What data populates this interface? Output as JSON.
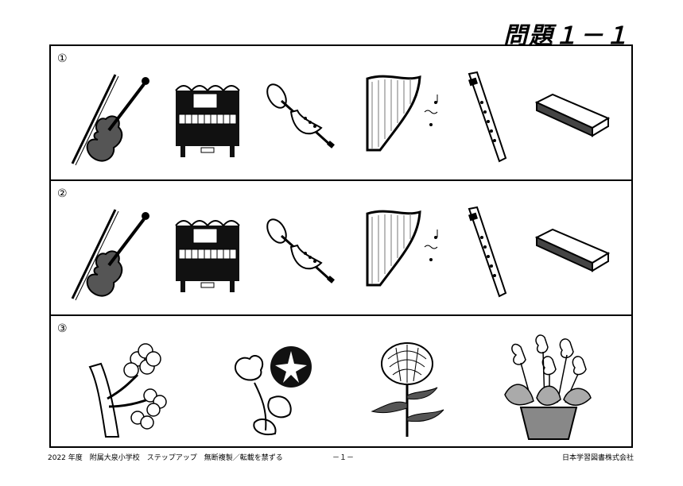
{
  "header": {
    "title": "問題１－１"
  },
  "rows": [
    {
      "label": "①",
      "items": [
        "violin-icon",
        "piano-icon",
        "trumpet-icon",
        "harp-icon",
        "recorder-icon",
        "harmonica-icon"
      ]
    },
    {
      "label": "②",
      "items": [
        "violin-icon",
        "piano-icon",
        "trumpet-icon",
        "harp-icon",
        "recorder-icon",
        "harmonica-icon"
      ]
    },
    {
      "label": "③",
      "items": [
        "cherry-blossom-icon",
        "morning-glory-icon",
        "chrysanthemum-icon",
        "cyclamen-icon"
      ]
    }
  ],
  "footer": {
    "left": "2022 年度　附属大泉小学校　ステップアップ　無断複製／転載を禁ずる",
    "center": "－１－",
    "right": "日本学習図書株式会社"
  }
}
